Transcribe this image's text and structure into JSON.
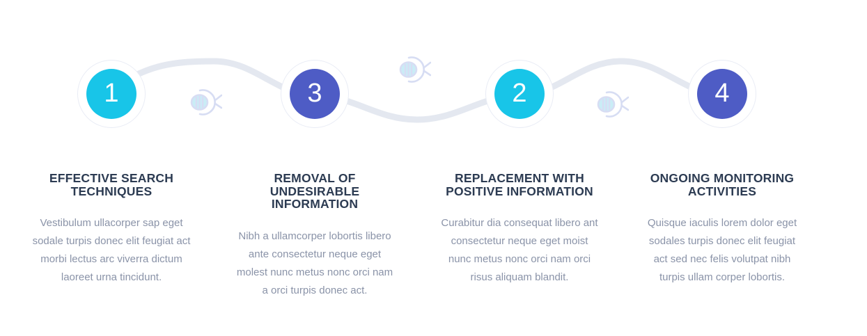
{
  "theme": {
    "cyan": "#18c5e8",
    "indigo": "#4e5cc5",
    "heading_color": "#2c3b52",
    "body_color": "#8a93a8",
    "wave_color": "#e4e8f0",
    "ring_border": "#e9ecf5",
    "bee_outline": "#d7ddf3",
    "bee_stripe": "#c9edf6",
    "background": "#ffffff"
  },
  "decor": {
    "bee_icon": "bee-icon",
    "bee_count": 3,
    "connector": "wavy-line"
  },
  "steps": [
    {
      "number": "1",
      "color": "#18c5e8",
      "title": "EFFECTIVE SEARCH\nTECHNIQUES",
      "description": "Vestibulum ullacorper sap eget\nsodale turpis donec elit feugiat act\nmorbi lectus arc viverra dictum\nlaoreet urna tincidunt."
    },
    {
      "number": "3",
      "color": "#4e5cc5",
      "title": "REMOVAL OF\nUNDESIRABLE\nINFORMATION",
      "description": "Nibh a ullamcorper lobortis libero\nante consectetur neque eget\nmolest nunc metus nonc orci nam\na orci turpis donec act."
    },
    {
      "number": "2",
      "color": "#18c5e8",
      "title": "REPLACEMENT WITH\nPOSITIVE INFORMATION",
      "description": "Curabitur dia consequat libero ant\nconsectetur neque eget moist\nnunc metus nonc orci nam orci\nrisus aliquam blandit."
    },
    {
      "number": "4",
      "color": "#4e5cc5",
      "title": "ONGOING MONITORING\nACTIVITIES",
      "description": "Quisque iaculis lorem dolor eget\nsodales turpis donec elit feugiat\nact sed nec felis volutpat nibh\nturpis ullam corper lobortis."
    }
  ]
}
